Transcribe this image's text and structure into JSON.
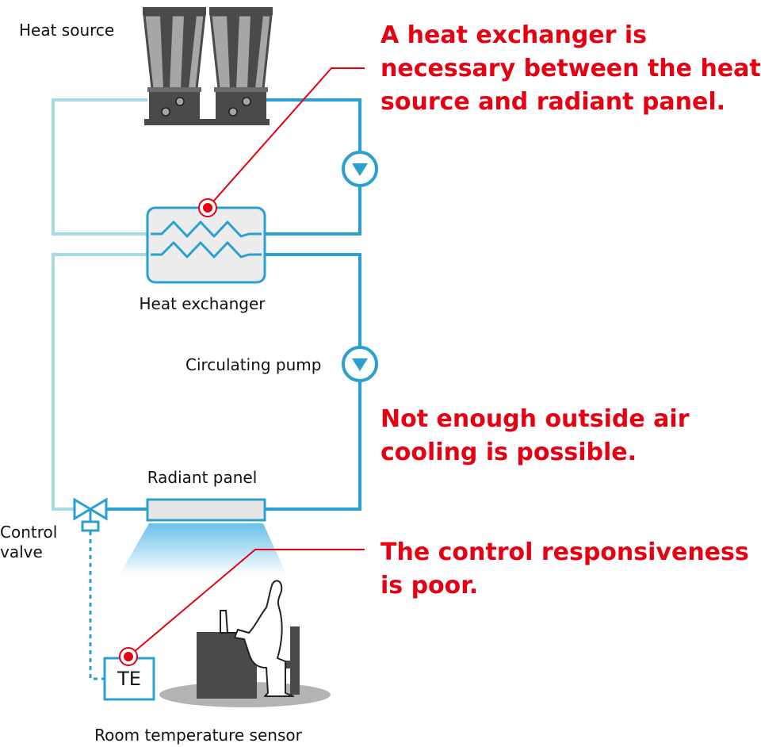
{
  "labels": {
    "heat_source": "Heat source",
    "heat_exchanger": "Heat exchanger",
    "circulating_pump": "Circulating pump",
    "radiant_panel": "Radiant panel",
    "control_valve_line1": "Control",
    "control_valve_line2": "valve",
    "room_sensor": "Room temperature sensor",
    "te": "TE"
  },
  "notes": {
    "heat_exchanger": [
      "A heat exchanger is",
      "necessary between the heat",
      "source and radiant panel."
    ],
    "outside_air": [
      "Not enough outside air",
      "cooling is possible."
    ],
    "control": [
      "The control responsiveness",
      "is poor."
    ]
  },
  "colors": {
    "supply_pipe": "#2a9fd0",
    "return_pipe": "#a7dbe3",
    "note_red": "#e60012",
    "equipment_dark": "#4a4a4a",
    "equipment_grey": "#a6a6a6",
    "exchanger_fill": "#ececec"
  }
}
